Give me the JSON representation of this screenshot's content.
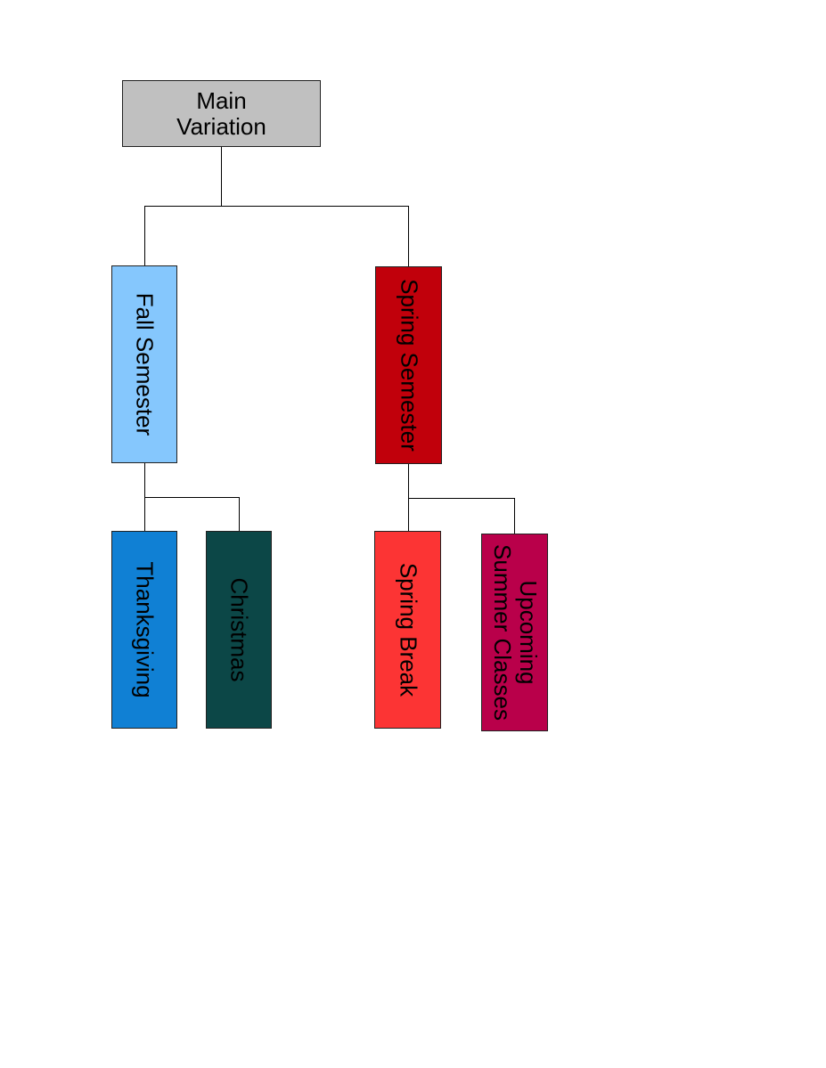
{
  "diagram": {
    "nodes": {
      "main": {
        "lines": [
          "Main",
          "Variation"
        ],
        "fill": "#c0c0c0"
      },
      "fall": {
        "lines": [
          "Fall Semester"
        ],
        "fill": "#85c7fd"
      },
      "spring": {
        "lines": [
          "Spring Semester"
        ],
        "fill": "#c1000b"
      },
      "thanksgiving": {
        "lines": [
          "Thanksgiving"
        ],
        "fill": "#1080d4"
      },
      "christmas": {
        "lines": [
          "Christmas"
        ],
        "fill": "#0c4747"
      },
      "spring_break": {
        "lines": [
          "Spring Break"
        ],
        "fill": "#fc3434"
      },
      "upcoming": {
        "lines": [
          "Upcoming",
          "Summer Classes"
        ],
        "fill": "#b9004a"
      }
    },
    "edges": [
      {
        "from": "main",
        "to": "fall"
      },
      {
        "from": "main",
        "to": "spring"
      },
      {
        "from": "fall",
        "to": "thanksgiving"
      },
      {
        "from": "fall",
        "to": "christmas"
      },
      {
        "from": "spring",
        "to": "spring_break"
      },
      {
        "from": "spring",
        "to": "upcoming"
      }
    ]
  }
}
